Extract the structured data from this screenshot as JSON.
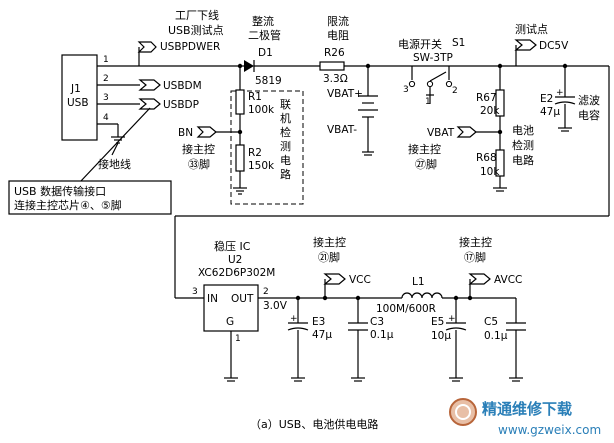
{
  "usb": {
    "ref": "J1",
    "name": "USB",
    "pins": [
      "1",
      "2",
      "3",
      "4"
    ],
    "top_note_1": "工厂下线",
    "top_note_2": "USB测试点",
    "pwr_net": "USBPDWER",
    "dm_net": "USBDM",
    "dp_net": "USBDP",
    "ground_label": "接地线",
    "callout_1": "USB 数据传输接口",
    "callout_2": "连接主控芯片④、⑤脚"
  },
  "rect": {
    "title_1": "整流",
    "title_2": "二极管",
    "ref": "D1",
    "part": "5819"
  },
  "limit": {
    "title_1": "限流",
    "title_2": "电阻",
    "ref": "R26",
    "value": "3.3Ω"
  },
  "battery": {
    "plus": "VBAT+",
    "minus": "VBAT-"
  },
  "detect": {
    "r1_ref": "R1",
    "r1_val": "100k",
    "r2_ref": "R2",
    "r2_val": "150k",
    "box_text": "联机检测电路",
    "bn_net": "BN",
    "note_1": "接主控",
    "note_2": "㉝脚"
  },
  "switch": {
    "title": "电源开关",
    "ref": "S1",
    "part": "SW-3TP",
    "pins": [
      "3",
      "1",
      "2"
    ]
  },
  "test_point": {
    "title": "测试点",
    "net": "DC5V",
    "e2_ref": "E2",
    "e2_val": "47μ",
    "filter_text": "滤波电容"
  },
  "bat_detect": {
    "r67_ref": "R67",
    "r67_val": "20k",
    "r68_ref": "R68",
    "r68_val": "10k",
    "net": "VBAT",
    "note_1": "接主控",
    "note_2": "㉗脚",
    "label_text": "电池检测电路"
  },
  "regulator": {
    "title": "稳压 IC",
    "ref": "U2",
    "part": "XC62D6P302M",
    "in_label": "IN",
    "out_label": "OUT",
    "g_label": "G",
    "pin_in": "3",
    "pin_out": "2",
    "pin_g": "1",
    "out_voltage": "3.0V"
  },
  "vcc": {
    "note_1": "接主控",
    "note_2": "㉑脚",
    "net": "VCC",
    "e3_ref": "E3",
    "e3_val": "47μ",
    "c3_ref": "C3",
    "c3_val": "0.1μ"
  },
  "inductor": {
    "ref": "L1",
    "value": "100M/600R"
  },
  "avcc": {
    "note_1": "接主控",
    "note_2": "⑰脚",
    "net": "AVCC",
    "e5_ref": "E5",
    "e5_val": "10μ",
    "c5_ref": "C5",
    "c5_val": "0.1μ"
  },
  "caption": "（a）USB、电池供电电路",
  "watermark": {
    "text": "精通维修下载",
    "url": "www.gzweix.com"
  }
}
